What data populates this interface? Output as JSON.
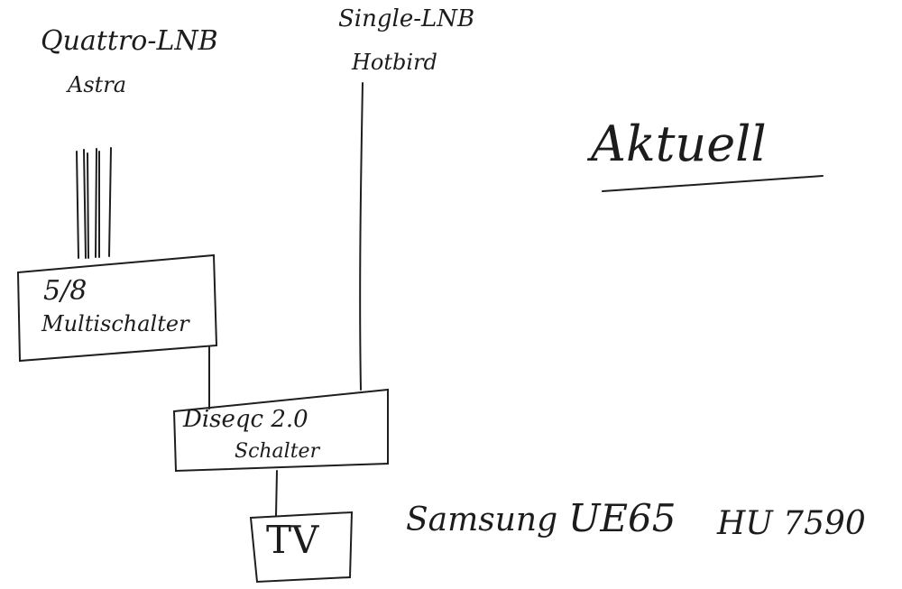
{
  "quattro_lnb": {
    "line1": "Quattro-LNB",
    "line2": "Astra"
  },
  "single_lnb": {
    "line1": "Single-LNB",
    "line2": "Hotbird"
  },
  "status_label": "Aktuell",
  "multiswitch": {
    "line1": "5/8",
    "line2": "Multischalter"
  },
  "diseqc": {
    "line1": "Diseqc 2.0",
    "line2": "Schalter"
  },
  "tv": {
    "label": "TV"
  },
  "tv_model": {
    "brand": "Samsung",
    "model1": "UE65",
    "model2": "HU 7590"
  }
}
